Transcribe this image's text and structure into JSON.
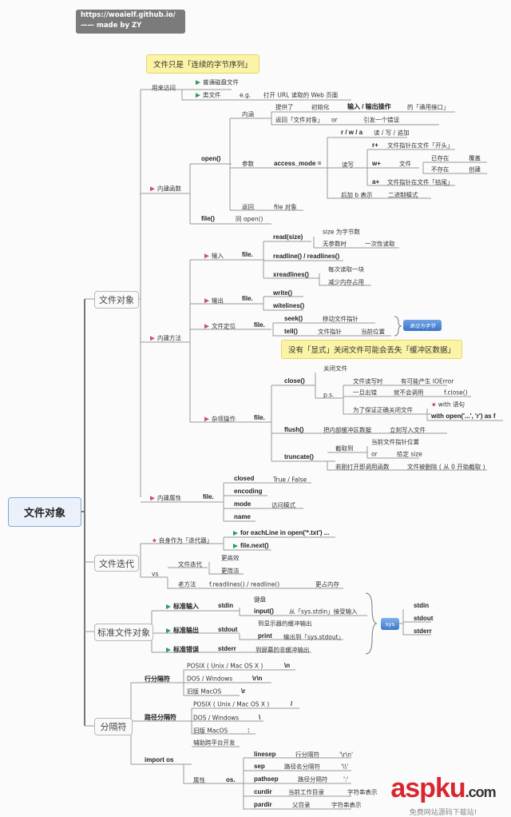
{
  "header": {
    "url": "https://woaielf.github.io/",
    "author": "—— made by ZY"
  },
  "root": "文件对象",
  "branches": {
    "file_object": "文件对象",
    "iteration": "文件迭代",
    "std": "标准文件对象",
    "separator": "分隔符"
  },
  "callouts": {
    "bytes": "文件只是「连续的字节序列」",
    "buffer": "没有「显式」关闭文件可能会丢失「缓冲区数据」"
  },
  "access": {
    "label": "用来访问",
    "disk": "普通磁盘文件",
    "like": "类文件",
    "eg": "e.g.",
    "url": "打开 URL 读取的 Web 页面"
  },
  "builtin_func": {
    "label": "内建函数",
    "open": "open()",
    "neihan": "内涵",
    "provide": "提供了",
    "init": "初始化",
    "io": "输入 / 输出操作",
    "iface": "的「通用接口」",
    "ret_obj": "返回「文件对象」",
    "or": "or",
    "raise": "引发一个错误",
    "param": "参数",
    "mode": "access_mode =",
    "rwa": "r / w / a",
    "rwa_d": "读 / 写 / 追加",
    "rw": "读写",
    "rp": "r+",
    "rp_d": "文件指针在文件「开头」",
    "wp": "w+",
    "wp_d": "文件",
    "exists": "已存在",
    "overwrite": "覆盖",
    "not_exists": "不存在",
    "create": "创建",
    "ap": "a+",
    "ap_d": "文件指针在文件「结尾」",
    "b": "后加 b 表示",
    "b_d": "二进制模式",
    "ret": "返回",
    "ret_d": "file 对象",
    "file": "file()",
    "file_d": "同 open()"
  },
  "builtin_method": {
    "label": "内建方法",
    "input": "输入",
    "file_dot": "file.",
    "read": "read(size)",
    "size": "size 为字节数",
    "noarg": "无参数时",
    "once": "一次性读取",
    "readline": "readline() / readlines()",
    "xread": "xreadlines()",
    "block": "每次读取一块",
    "mem": "减少内存占用",
    "output": "输出",
    "write": "write()",
    "writelines": "witelines()",
    "pos": "文件定位",
    "seek": "seek()",
    "seek_d": "移动文件指针",
    "tell": "tell()",
    "tell_d": "文件指针",
    "tell_d2": "当前位置",
    "badge": "单位为字节",
    "misc": "杂项操作",
    "close": "close()",
    "close_d": "关闭文件",
    "ps": "p.s.",
    "rw_time": "文件读写时",
    "ioerror": "有可能产生 IOError",
    "err": "一旦出错",
    "nocall": "就不会调用",
    "fclose": "f.close()",
    "ensure": "为了保证正确关闭文件",
    "with": "with 语句",
    "with_code": "with open('...', 'r') as f",
    "flush": "flush()",
    "flush_d": "把内部缓冲区数据",
    "flush_d2": "立刻写入文件",
    "truncate": "truncate()",
    "cut": "截取到",
    "cur": "当前文件指针位置",
    "or": "or",
    "given": "给定 size",
    "justopen": "若刚打开即调用函数",
    "deleted": "文件被删除 ( 从 0 开始截取 )"
  },
  "attrs": {
    "label": "内建属性",
    "file_dot": "file.",
    "closed": "closed",
    "closed_d": "True / False",
    "encoding": "encoding",
    "mode": "mode",
    "mode_d": "访问模式",
    "name": "name"
  },
  "iter": {
    "self": "自身作为「迭代器」",
    "for": "for eachLine in open('*.txt') ...",
    "next": "file.next()",
    "vs": "vs",
    "fi": "文件迭代",
    "eff": "更高效",
    "simple": "更简洁",
    "old": "老方法",
    "old_code": "f.readlines() / readline()",
    "more_mem": "更占内存"
  },
  "stdio": {
    "in": "标准输入",
    "stdin": "stdin",
    "kbd": "键盘",
    "input": "input()",
    "input_d": "从「sys.stdin」接受输入",
    "out": "标准输出",
    "stdout": "stdout",
    "buf": "到显示器的缓冲输出",
    "print": "print",
    "print_d": "输出到「sys.stdout」",
    "err": "标准错误",
    "stderr": "stderr",
    "unbuf": "到屏幕的非缓冲输出",
    "sys": "sys",
    "s_in": "stdin",
    "s_out": "stdout",
    "s_err": "stderr"
  },
  "sep": {
    "line": "行分隔符",
    "posix": "POSIX ( Unix / Mac OS X )",
    "n": "\\n",
    "dos": "DOS / Windows",
    "rn": "\\r\\n",
    "mac": "旧版 MacOS",
    "r": "\\r",
    "path": "路径分隔符",
    "posix2": "POSIX ( Unix / Mac OS X )",
    "slash": "/",
    "dos2": "DOS / Windows",
    "bslash": "\\",
    "mac2": "旧版 MacOS",
    "colon": ":",
    "import": "import os",
    "help": "辅助跨平台开发",
    "attr": "属性",
    "os": "os.",
    "linesep": "linesep",
    "linesep_d": "行分隔符",
    "linesep_v": "'\\r\\n'",
    "sepk": "sep",
    "sep_d": "路径名分隔符",
    "sep_v": "'\\\\'",
    "pathsep": "pathsep",
    "pathsep_d": "路径分隔符",
    "pathsep_v": "':'",
    "curdir": "curdir",
    "curdir_d": "当前工作目录",
    "curdir_v": "字符串表示",
    "pardir": "pardir",
    "pardir_d": "父目录",
    "pardir_v": "字符串表示"
  },
  "watermark": {
    "brand": "aspku",
    "tld": ".com",
    "slogan": "免费网站源码下载站!"
  }
}
